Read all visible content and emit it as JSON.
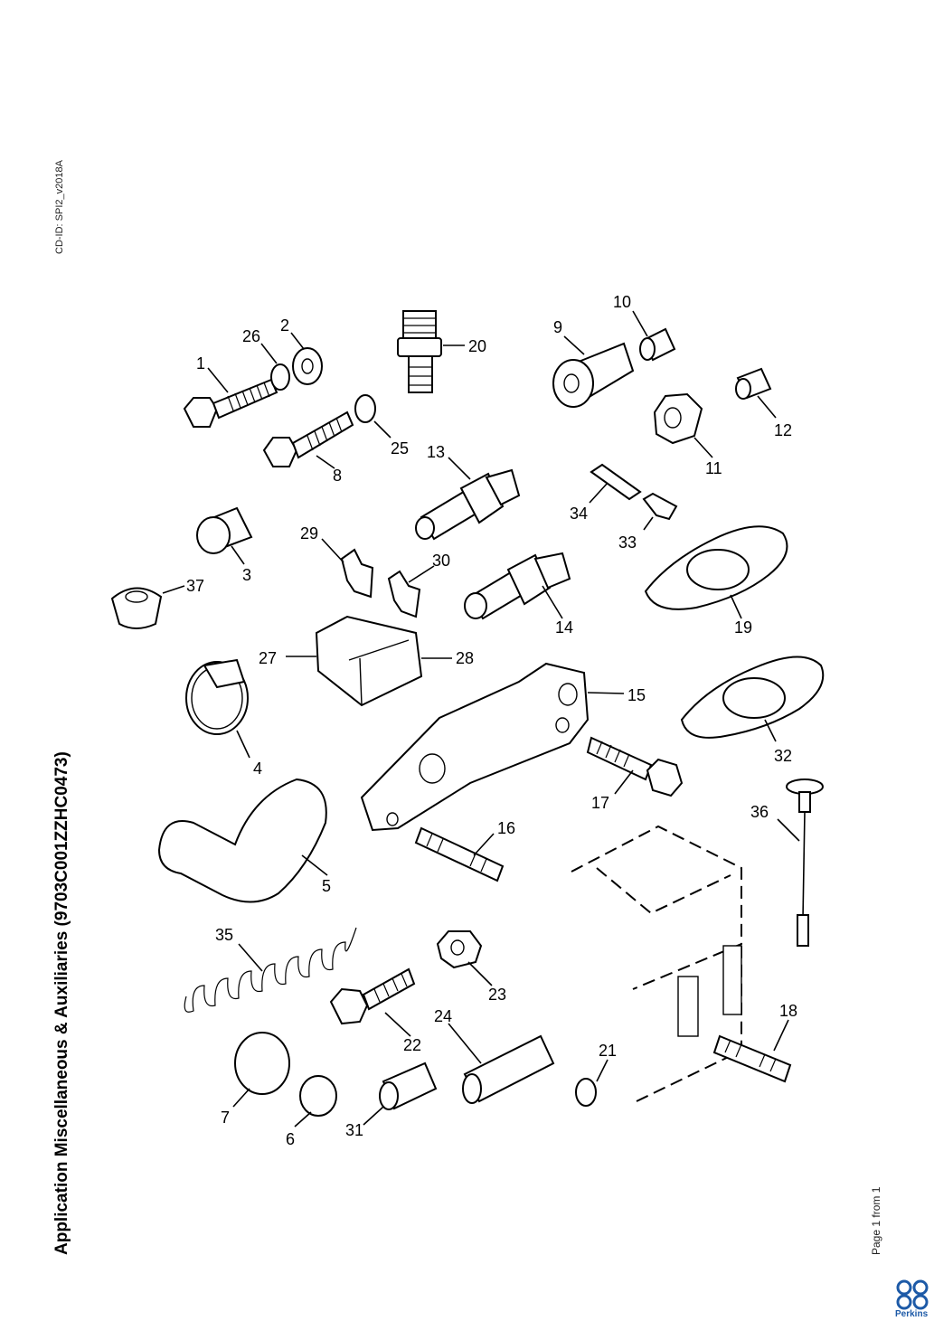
{
  "document": {
    "cd_id": "CD-ID: SPI2_v2018A",
    "title": "Application Miscellaneous & Auxiliaries (9703C001ZZHC0473)",
    "footer": "Page 1 from 1",
    "brand": "Perkins"
  },
  "callouts": {
    "c1": "1",
    "c2": "2",
    "c3": "3",
    "c4": "4",
    "c5": "5",
    "c6": "6",
    "c7": "7",
    "c8": "8",
    "c9": "9",
    "c10": "10",
    "c11": "11",
    "c12": "12",
    "c13": "13",
    "c14": "14",
    "c15": "15",
    "c16": "16",
    "c17": "17",
    "c18": "18",
    "c19": "19",
    "c20": "20",
    "c21": "21",
    "c22": "22",
    "c23": "23",
    "c24": "24",
    "c25": "25",
    "c26": "26",
    "c27": "27",
    "c28": "28",
    "c29": "29",
    "c30": "30",
    "c31": "31",
    "c32": "32",
    "c33": "33",
    "c34": "34",
    "c35": "35",
    "c36": "36",
    "c37": "37"
  }
}
